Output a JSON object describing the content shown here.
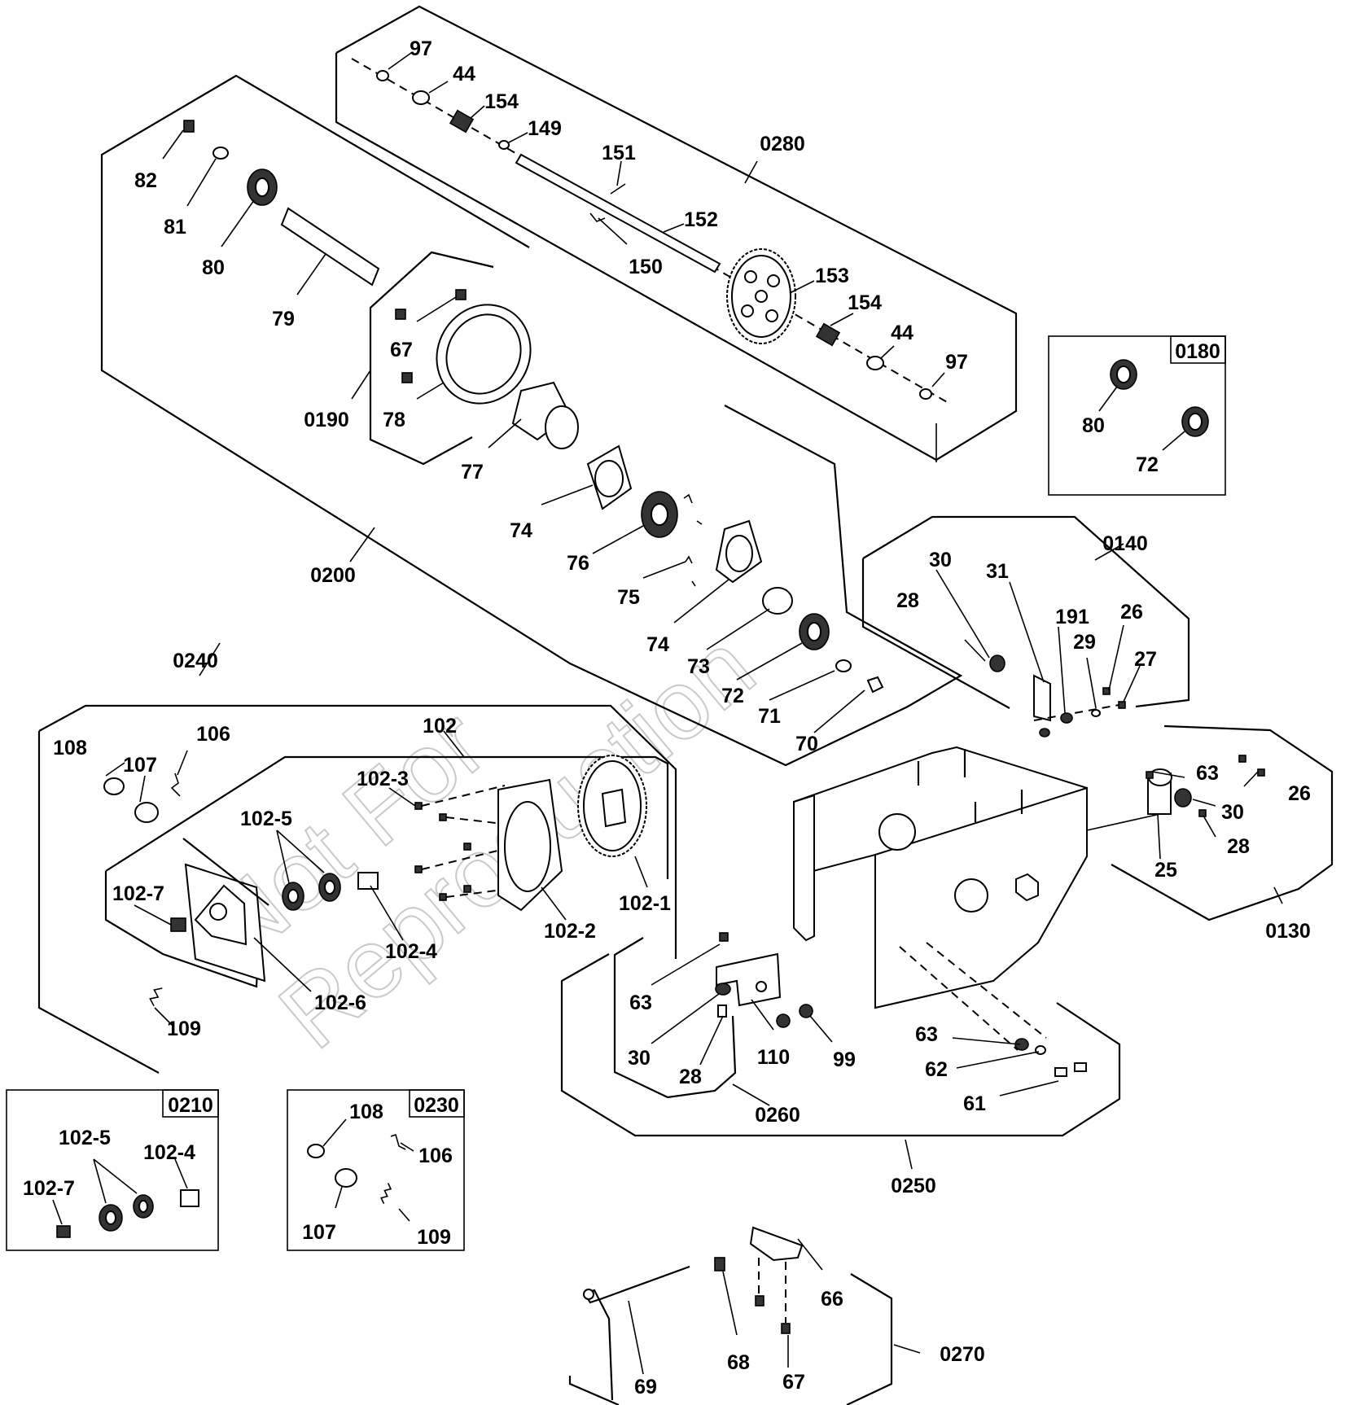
{
  "watermark": {
    "line1": "Not For",
    "line2": "Reproduction"
  },
  "assemblies": {
    "a0280": "0280",
    "a0200": "0200",
    "a0190": "0190",
    "a0140": "0140",
    "a0240": "0240",
    "a0130": "0130",
    "a0250": "0250",
    "a0260": "0260",
    "a0270": "0270"
  },
  "detail_boxes": {
    "box0180": {
      "tag": "0180",
      "parts": [
        "80",
        "72"
      ]
    },
    "box0210": {
      "tag": "0210",
      "parts": [
        "102-5",
        "102-4",
        "102-7"
      ]
    },
    "box0230": {
      "tag": "0230",
      "parts": [
        "108",
        "106",
        "107",
        "109"
      ]
    }
  },
  "callouts": {
    "c97a": "97",
    "c44a": "44",
    "c154a": "154",
    "c149": "149",
    "c151": "151",
    "c152": "152",
    "c150": "150",
    "c153": "153",
    "c154b": "154",
    "c44b": "44",
    "c97b": "97",
    "c82": "82",
    "c81": "81",
    "c80": "80",
    "c79": "79",
    "c67a": "67",
    "c78": "78",
    "c77": "77",
    "c74a": "74",
    "c76": "76",
    "c75": "75",
    "c74b": "74",
    "c73": "73",
    "c72": "72",
    "c71": "71",
    "c70": "70",
    "c30a": "30",
    "c31": "31",
    "c28a": "28",
    "c191": "191",
    "c26a": "26",
    "c29": "29",
    "c27": "27",
    "c63a": "63",
    "c26b": "26",
    "c30b": "30",
    "c28b": "28",
    "c25": "25",
    "c108": "108",
    "c107": "107",
    "c106": "106",
    "c102": "102",
    "c102_3": "102-3",
    "c102_5": "102-5",
    "c102_7": "102-7",
    "c102_4": "102-4",
    "c102_2": "102-2",
    "c102_1": "102-1",
    "c102_6": "102-6",
    "c109": "109",
    "c63b": "63",
    "c30c": "30",
    "c28c": "28",
    "c110": "110",
    "c99": "99",
    "c63c": "63",
    "c62": "62",
    "c61": "61",
    "c66": "66",
    "c68": "68",
    "c69": "69",
    "c67b": "67"
  }
}
